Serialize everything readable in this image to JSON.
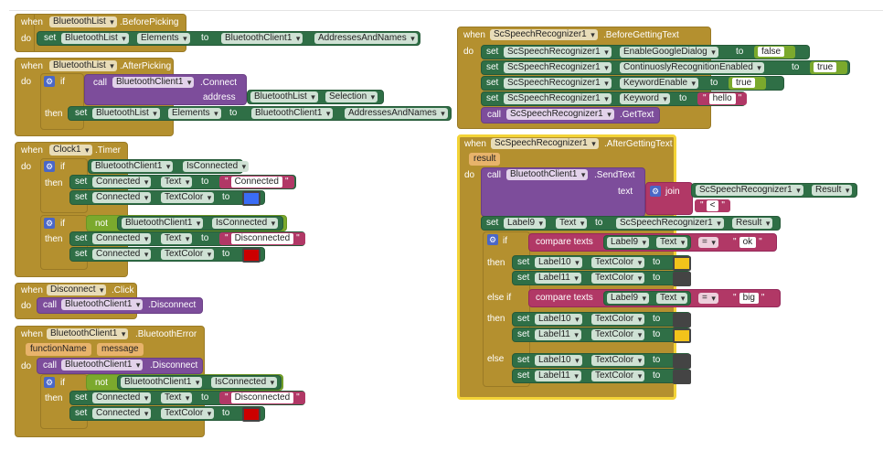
{
  "colors": {
    "event": "#b4902f",
    "set": "#2f6f46",
    "call": "#7d4d9b",
    "text": "#b13866",
    "logic": "#7ba92d",
    "selected_outline": "#f3d337",
    "blue": "#3a6cf6",
    "red": "#cc0000",
    "yellow": "#f2c31b",
    "dark": "#444444"
  },
  "kw": {
    "when": "when",
    "do": "do",
    "set": "set",
    "to": "to",
    "call": "call",
    "if": "if",
    "then": "then",
    "else_if": "else if",
    "else": "else",
    "not": "not",
    "join": "join",
    "compare_texts": "compare texts",
    "address": "address",
    "text": "text"
  },
  "b1": {
    "component": "BluetoothList",
    "event": ".BeforePicking",
    "set_comp": "BluetoothList",
    "set_prop": "Elements",
    "val_comp": "BluetoothClient1",
    "val_prop": "AddressesAndNames"
  },
  "b2": {
    "component": "BluetoothList",
    "event": ".AfterPicking",
    "call_comp": "BluetoothClient1",
    "call_method": ".Connect",
    "addr_comp": "BluetoothList",
    "addr_prop": "Selection",
    "set_comp": "BluetoothList",
    "set_prop": "Elements",
    "val_comp": "BluetoothClient1",
    "val_prop": "AddressesAndNames"
  },
  "b3": {
    "component": "Clock1",
    "event": ".Timer",
    "cond1_comp": "BluetoothClient1",
    "cond1_prop": "IsConnected",
    "s1_comp": "Connected",
    "s1_prop": "Text",
    "s1_val": "Connected",
    "s2_comp": "Connected",
    "s2_prop": "TextColor",
    "cond2_comp": "BluetoothClient1",
    "cond2_prop": "IsConnected",
    "s3_comp": "Connected",
    "s3_prop": "Text",
    "s3_val": "Disconnected",
    "s4_comp": "Connected",
    "s4_prop": "TextColor"
  },
  "b4": {
    "component": "Disconnect",
    "event": ".Click",
    "call_comp": "BluetoothClient1",
    "call_method": ".Disconnect"
  },
  "b5": {
    "component": "BluetoothClient1",
    "event": ".BluetoothError",
    "param1": "functionName",
    "param2": "message",
    "call_comp": "BluetoothClient1",
    "call_method": ".Disconnect",
    "cond_comp": "BluetoothClient1",
    "cond_prop": "IsConnected",
    "s1_comp": "Connected",
    "s1_prop": "Text",
    "s1_val": "Disconnected",
    "s2_comp": "Connected",
    "s2_prop": "TextColor"
  },
  "b6": {
    "component": "ScSpeechRecognizer1",
    "event": ".BeforeGettingText",
    "rows": [
      {
        "comp": "ScSpeechRecognizer1",
        "prop": "EnableGoogleDialog",
        "val": "false"
      },
      {
        "comp": "ScSpeechRecognizer1",
        "prop": "ContinuoslyRecognitionEnabled",
        "val": "true"
      },
      {
        "comp": "ScSpeechRecognizer1",
        "prop": "KeywordEnable",
        "val": "true"
      },
      {
        "comp": "ScSpeechRecognizer1",
        "prop": "Keyword",
        "val": "hello"
      }
    ],
    "call_comp": "ScSpeechRecognizer1",
    "call_method": ".GetText"
  },
  "b7": {
    "component": "ScSpeechRecognizer1",
    "event": ".AfterGettingText",
    "param": "result",
    "call_comp": "BluetoothClient1",
    "call_method": ".SendText",
    "join_comp": "ScSpeechRecognizer1",
    "join_prop": "Result",
    "join_str": "<",
    "set_comp": "Label9",
    "set_prop": "Text",
    "set_val_comp": "ScSpeechRecognizer1",
    "set_val_prop": "Result",
    "cmp1_comp": "Label9",
    "cmp1_prop": "Text",
    "cmp1_op": "=",
    "cmp1_val": "ok",
    "cmp2_comp": "Label9",
    "cmp2_prop": "Text",
    "cmp2_op": "=",
    "cmp2_val": "big",
    "l10": "Label10",
    "l11": "Label11",
    "prop_color": "TextColor"
  }
}
